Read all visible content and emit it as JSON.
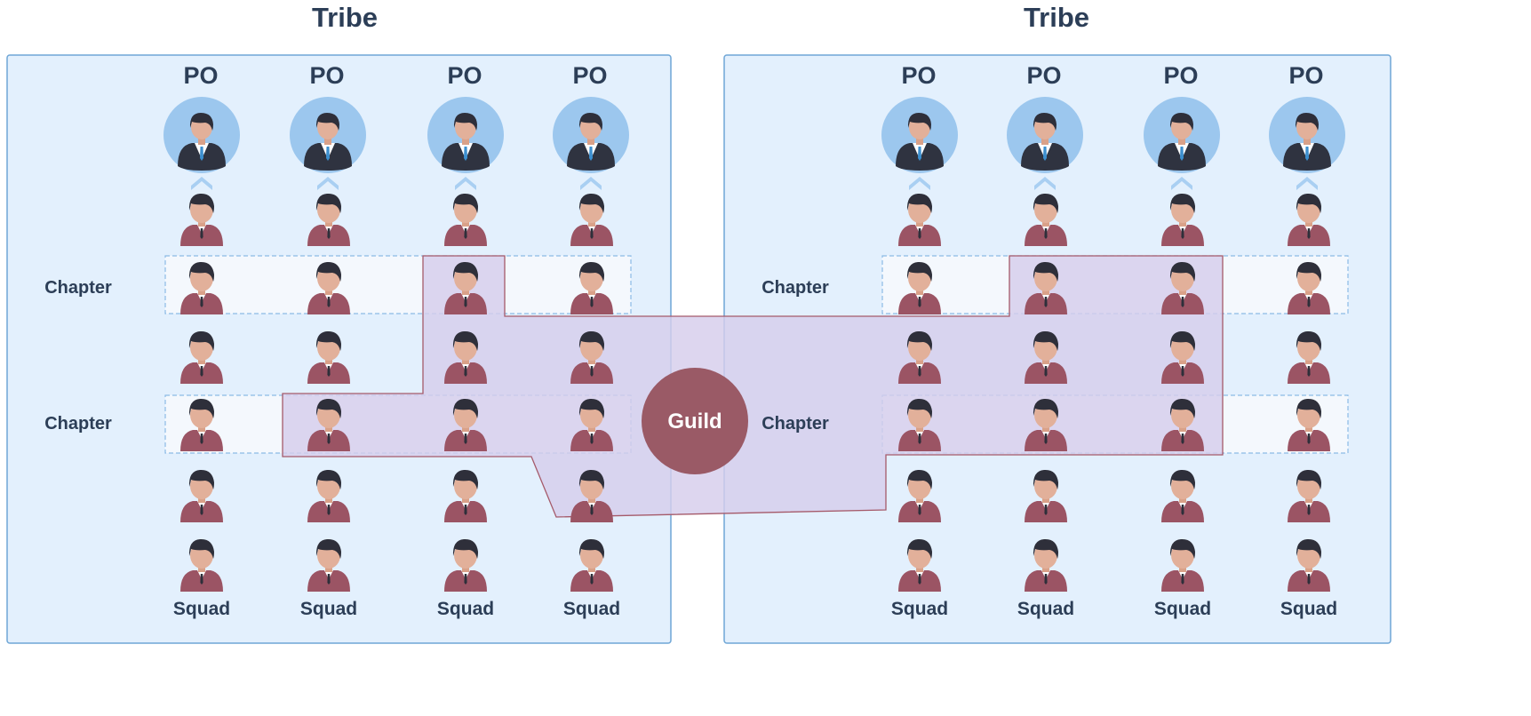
{
  "left_tribe": {
    "title": "Tribe",
    "po_labels": [
      "PO",
      "PO",
      "PO",
      "PO"
    ],
    "row_labels": [
      "Chapter",
      "Chapter"
    ],
    "squad_labels": [
      "Squad",
      "Squad",
      "Squad",
      "Squad"
    ]
  },
  "right_tribe": {
    "title": "Tribe",
    "po_labels": [
      "PO",
      "PO",
      "PO",
      "PO"
    ],
    "row_labels": [
      "Chapter",
      "Chapter"
    ],
    "squad_labels": [
      "Squad",
      "Squad",
      "Squad",
      "Squad"
    ]
  },
  "guild": {
    "label": "Guild"
  },
  "colors": {
    "tribe_fill": "#e3f0fd",
    "tribe_border": "#6fa6d6",
    "chapter_fill": "#f4f8fd",
    "chapter_border": "#8cbbe6",
    "guild_region_fill": "#d6cdeb",
    "guild_region_border": "#a55a6a",
    "guild_circle": "#9a5a66",
    "text": "#2c3e57",
    "po_circle": "#9cc7ee",
    "person_shirt": "#9b5464",
    "person_skin": "#e2b09a",
    "person_hair": "#2e2f3a",
    "po_suit": "#2f3340"
  },
  "icons": {
    "member": "person-icon",
    "po": "businessman-icon",
    "link": "chevron-up-icon"
  }
}
